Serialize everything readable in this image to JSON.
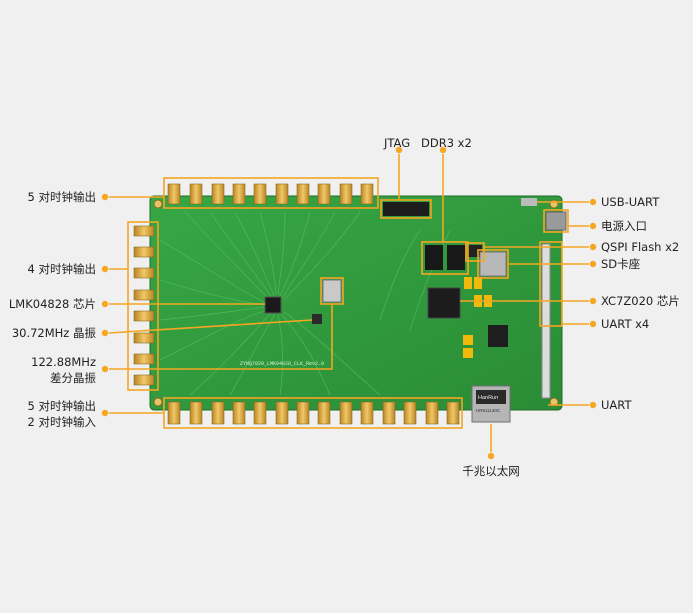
{
  "labels": {
    "jtag": "JTAG",
    "ddr3": "DDR3 x2",
    "clk5_top": "5 对时钟输出",
    "clk4": "4 对时钟输出",
    "lmk": "LMK04828 芯片",
    "xtal30": "30.72MHz 晶振",
    "xtal122_l1": "122.88MHz",
    "xtal122_l2": "差分晶振",
    "clk5_bot_l1": "5 对时钟输出",
    "clk5_bot_l2": "2 对时钟输入",
    "usb_uart": "USB-UART",
    "power": "电源入口",
    "qspi": "QSPI Flash x2",
    "sd": "SD卡座",
    "xc7z": "XC7Z020 芯片",
    "uart4": "UART x4",
    "uart": "UART",
    "eth": "千兆以太网"
  },
  "board": {
    "silkscreen": "ZYNQ7020_LMK04828_CLK_Rev2.0",
    "rj45_brand": "HanRun",
    "rj45_model": "HR911130C"
  },
  "colors": {
    "background": "#f0f0f0",
    "pcb": "#2f9a3c",
    "callout": "#f5a623",
    "gold": "#d9a640"
  }
}
